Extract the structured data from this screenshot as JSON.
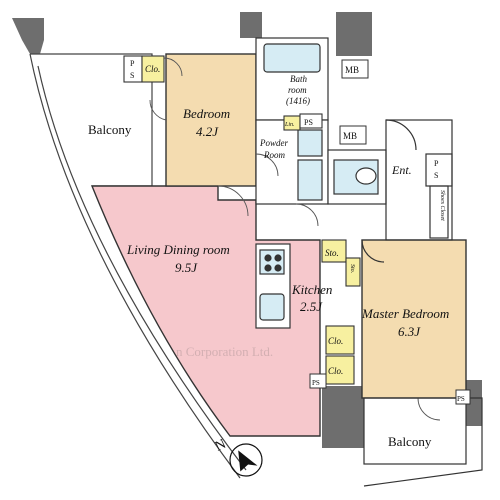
{
  "rooms": {
    "balcony_west": "Balcony",
    "bedroom_name": "Bedroom",
    "bedroom_size": "4.2J",
    "bathroom_line1": "Bath",
    "bathroom_line2": "room",
    "bathroom_line3": "(1416)",
    "powder_line1": "Powder",
    "powder_line2": "Room",
    "entrance": "Ent.",
    "living_name": "Living Dining room",
    "living_size": "9.5J",
    "kitchen_name": "Kitchen",
    "kitchen_size": "2.5J",
    "master_name": "Master Bedroom",
    "master_size": "6.3J",
    "balcony_south": "Balcony"
  },
  "labels": {
    "ps_top": "P",
    "ps_top2": "S",
    "clo_top": "Clo.",
    "mb_top": "MB",
    "lin": "Lin.",
    "ps_bath": "PS",
    "mb_mid": "MB",
    "ps_ent1": "P",
    "ps_ent2": "S",
    "shoes_closet": "Shoes Closet",
    "sto": "Sto.",
    "sto_small": "Sto.",
    "clo_master1": "Clo.",
    "clo_master2": "Clo.",
    "ps_bottom_left": "PS",
    "ps_bottom_right": "PS",
    "north": "N"
  },
  "watermark": "n Corporation Ltd.",
  "colors": {
    "living": "#f6c8cc",
    "master": "#f4dcb0",
    "bedroom": "#f4dcb0",
    "wall": "#6e6e6e",
    "wet": "#d6ecf4",
    "label_box": "#f7f0a0"
  }
}
